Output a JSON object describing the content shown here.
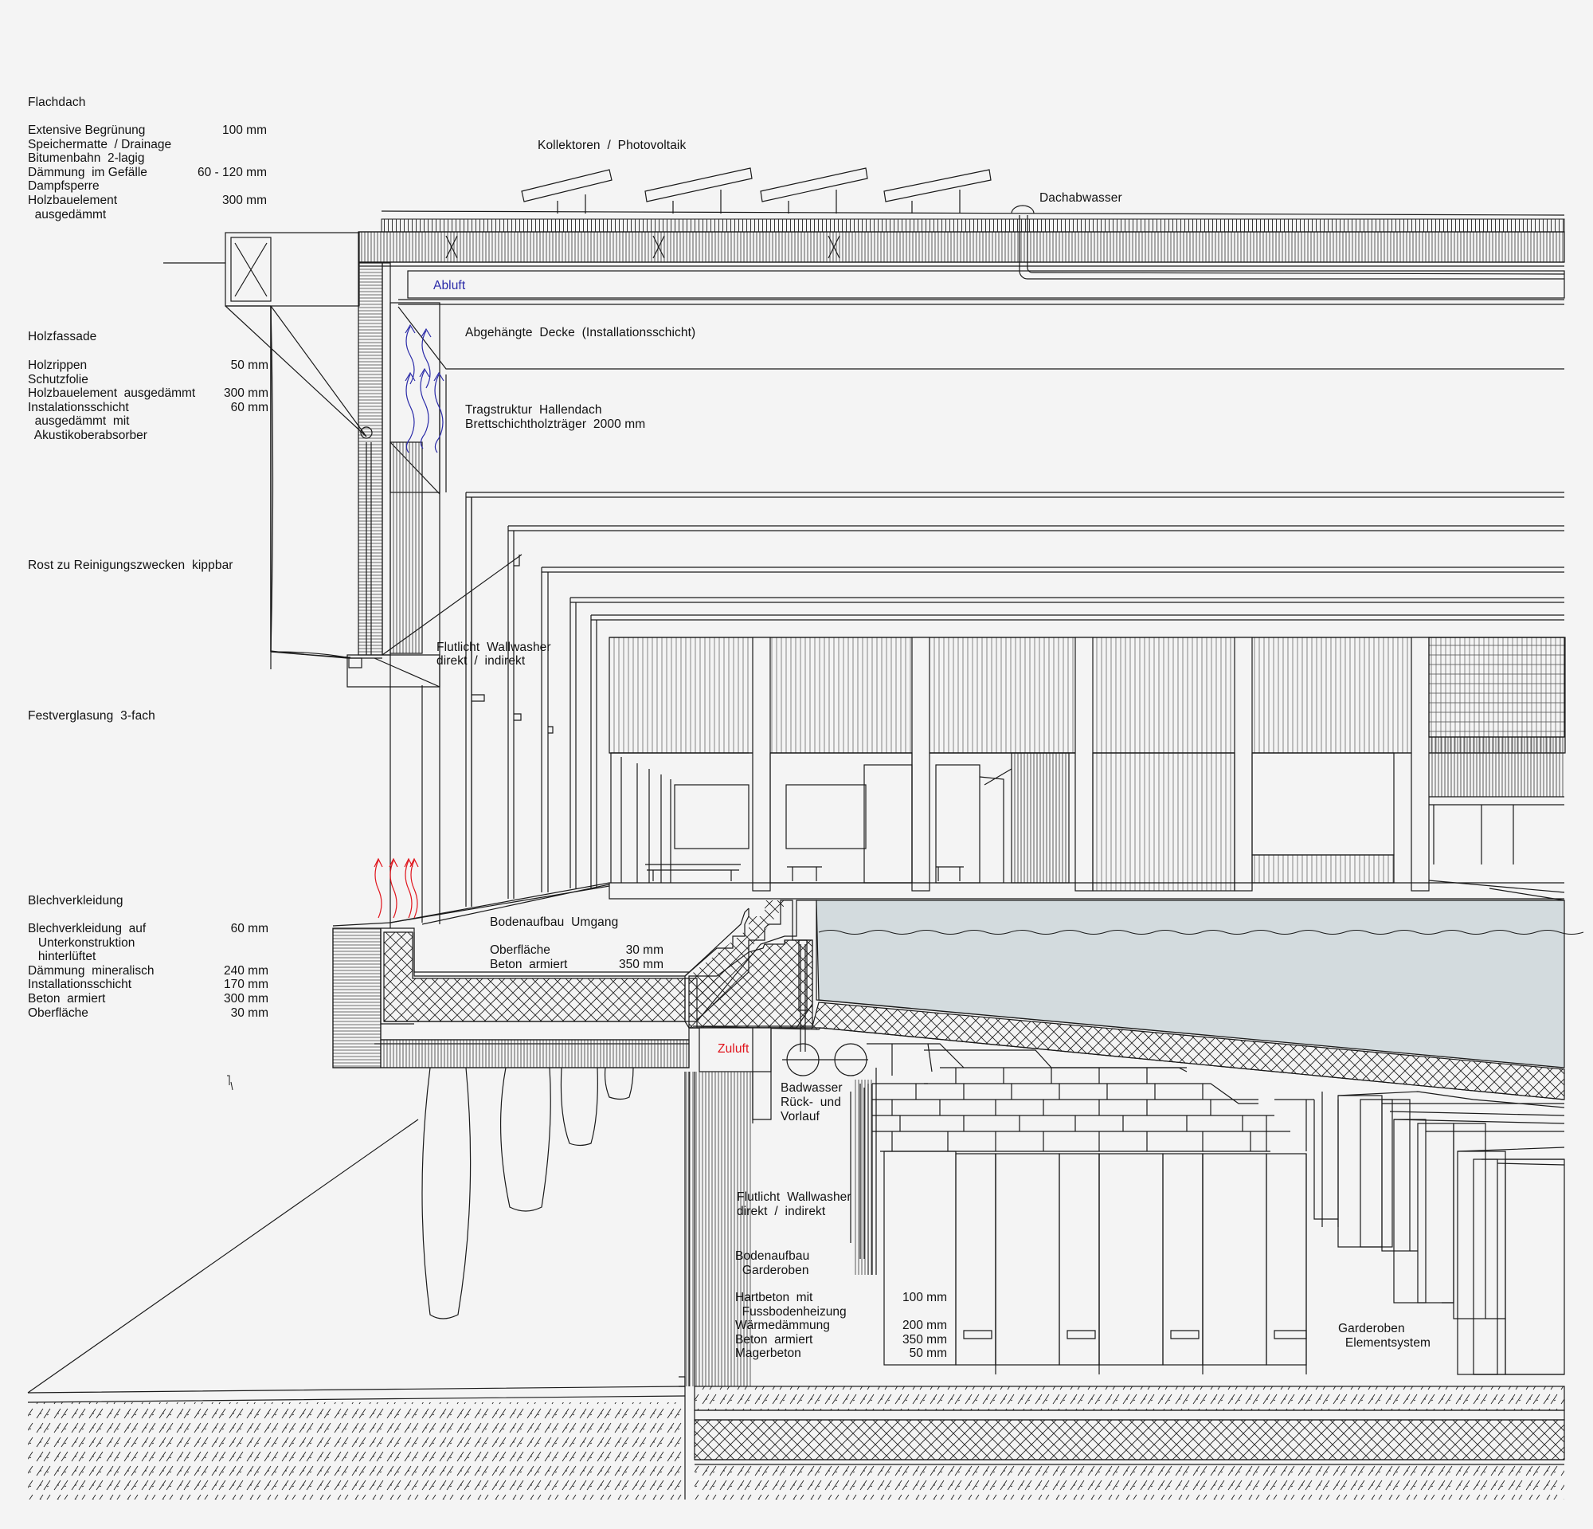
{
  "colors": {
    "line": "#1a1a1a",
    "background": "#f4f4f4",
    "water": "#d3dbde",
    "air_exhaust": "#2a2aa8",
    "air_supply": "#e0141c",
    "soil_hatch": "#222222"
  },
  "left_specs": {
    "flachdach": {
      "title": "Flachdach",
      "rows": [
        {
          "label": "Extensive Begrünung",
          "value": "100 mm"
        },
        {
          "label": "Speichermatte  / Drainage",
          "value": ""
        },
        {
          "label": "Bitumenbahn  2-lagig",
          "value": ""
        },
        {
          "label": "Dämmung  im Gefälle",
          "value": "60 - 120 mm"
        },
        {
          "label": "Dampfsperre",
          "value": ""
        },
        {
          "label": "Holzbauelement",
          "value": "300 mm"
        },
        {
          "label": "  ausgedämmt",
          "value": ""
        }
      ]
    },
    "holzfassade": {
      "title": "Holzfassade",
      "rows": [
        {
          "label": "Holzrippen",
          "value": "50 mm"
        },
        {
          "label": "Schutzfolie",
          "value": ""
        },
        {
          "label": "Holzbauelement  ausgedämmt",
          "value": "300 mm"
        },
        {
          "label": "Instalationsschicht",
          "value": "60 mm"
        },
        {
          "label": "  ausgedämmt  mit",
          "value": ""
        },
        {
          "label": "  Akustikoberabsorber",
          "value": ""
        }
      ]
    },
    "rost": "Rost zu Reinigungszwecken  kippbar",
    "festverglasung": "Festverglasung  3-fach",
    "blechverkleidung": {
      "title": "Blechverkleidung",
      "rows": [
        {
          "label": "Blechverkleidung  auf",
          "value": "60 mm"
        },
        {
          "label": "   Unterkonstruktion",
          "value": ""
        },
        {
          "label": "   hinterlüftet",
          "value": ""
        },
        {
          "label": "Dämmung  mineralisch",
          "value": "240 mm"
        },
        {
          "label": "Installationsschicht",
          "value": "170 mm"
        },
        {
          "label": "Beton  armiert",
          "value": "300 mm"
        },
        {
          "label": "Oberfläche",
          "value": "30 mm"
        }
      ]
    }
  },
  "labels": {
    "kollektoren": "Kollektoren  /  Photovoltaik",
    "dachabwasser": "Dachabwasser",
    "abluft": "Abluft",
    "abgehaengte_decke": "Abgehängte  Decke  (Installationsschicht)",
    "tragstruktur_1": "Tragstruktur  Hallendach",
    "tragstruktur_2": "Brettschichtholzträger  2000 mm",
    "flutlicht_top_1": "Flutlicht  Wallwasher",
    "flutlicht_top_2": "direkt  /  indirekt",
    "bodenaufbau_umgang": "Bodenaufbau  Umgang",
    "umgang_rows": [
      {
        "label": "Oberfläche",
        "value": "30 mm"
      },
      {
        "label": "Beton  armiert",
        "value": "350 mm"
      }
    ],
    "zuluft": "Zuluft",
    "badwasser_1": "Badwasser",
    "badwasser_2": "Rück-  und",
    "badwasser_3": "Vorlauf",
    "flutlicht_bottom_1": "Flutlicht  Wallwasher",
    "flutlicht_bottom_2": "direkt  /  indirekt",
    "bodenaufbau_garderoben_1": "Bodenaufbau",
    "bodenaufbau_garderoben_2": "  Garderoben",
    "garderoben_rows": [
      {
        "label": "Hartbeton  mit",
        "value": "100 mm"
      },
      {
        "label": "  Fussbodenheizung",
        "value": ""
      },
      {
        "label": "Wärmedämmung",
        "value": "200 mm"
      },
      {
        "label": "Beton  armiert",
        "value": "350 mm"
      },
      {
        "label": "Magerbeton",
        "value": "50 mm"
      }
    ],
    "garderoben_system_1": "Garderoben",
    "garderoben_system_2": "  Elementsystem"
  }
}
